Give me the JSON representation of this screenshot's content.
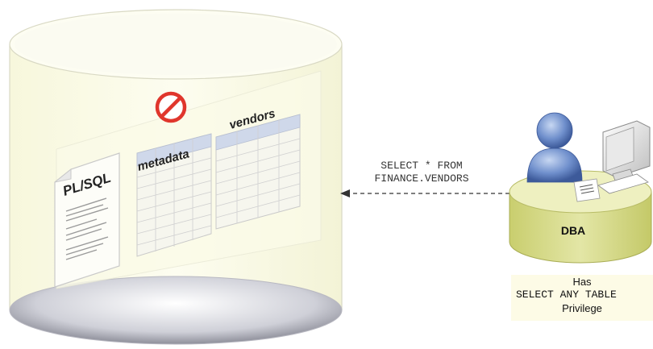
{
  "labels": {
    "plsql": "PL/SQL",
    "metadata": "metadata",
    "vendors": "vendors",
    "sql_line1": "SELECT * FROM",
    "sql_line2": "FINANCE.VENDORS",
    "dba": "DBA",
    "priv_line1": "Has",
    "priv_line2": "SELECT ANY TABLE",
    "priv_line3": "Privilege"
  },
  "colors": {
    "cylinder_fill": "#fbfbe6",
    "cylinder_outline": "#d9d9c4",
    "desk_fill": "#d8dc8c",
    "desk_top": "#eef0c0",
    "person_blue": "#5b7fbf",
    "prohibit_red": "#e0362c",
    "grid_header": "#cfd8ea",
    "arrow": "#333333"
  }
}
